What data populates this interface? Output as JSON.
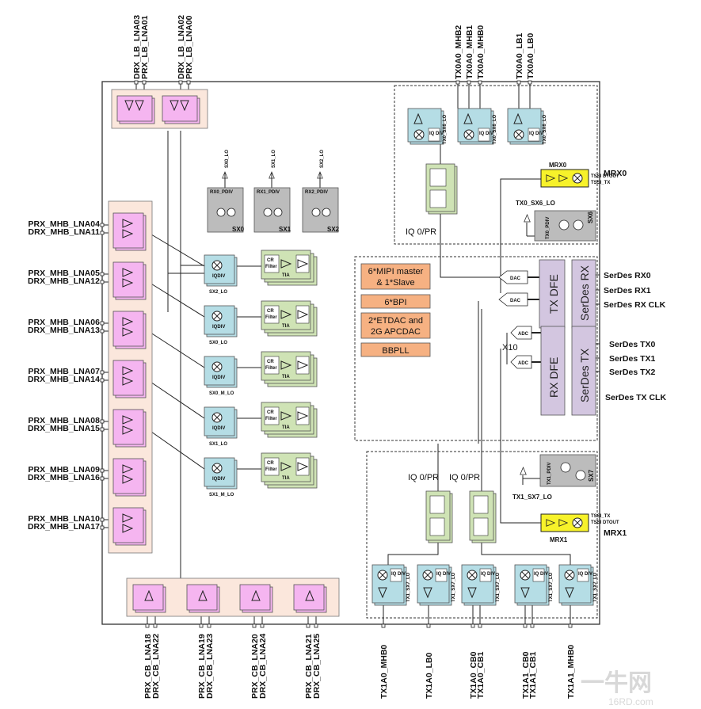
{
  "top_pins": {
    "left_group1": [
      "DRX_LB_LNA03",
      "PRX_LB_LNA01"
    ],
    "left_group2": [
      "DRX_LB_LNA02",
      "PRX_LB_LNA00"
    ],
    "tx_mhb": [
      "TX0A0_MHB2",
      "TX0A0_MHB1",
      "TX0A0_MHB0"
    ],
    "tx_lb": [
      "TX0A0_LB1",
      "TX0A0_LB0"
    ]
  },
  "left_pins": [
    [
      "PRX_MHB_LNA04",
      "DRX_MHB_LNA11"
    ],
    [
      "PRX_MHB_LNA05",
      "DRX_MHB_LNA12"
    ],
    [
      "PRX_MHB_LNA06",
      "DRX_MHB_LNA13"
    ],
    [
      "PRX_MHB_LNA07",
      "DRX_MHB_LNA14"
    ],
    [
      "PRX_MHB_LNA08",
      "DRX_MHB_LNA15"
    ],
    [
      "PRX_MHB_LNA09",
      "DRX_MHB_LNA16"
    ],
    [
      "PRX_MHB_LNA10",
      "DRX_MHB_LNA17"
    ]
  ],
  "bottom_pins_left": [
    [
      "PRX_CB_LNA18",
      "DRX_CB_LNA22"
    ],
    [
      "PRX_CB_LNA19",
      "DRX_CB_LNA23"
    ],
    [
      "PRX_CB_LNA20",
      "DRX_CB_LNA24"
    ],
    [
      "PRX_CB_LNA21",
      "DRX_CB_LNA25"
    ]
  ],
  "bottom_pins_right": [
    "TX1A0_MHB0",
    "TX1A0_LB0",
    "TX1A0_CB0",
    "TX1A0_CB1",
    "TX1A1_CB0",
    "TX1A1_CB1",
    "TX1A1_MHB0"
  ],
  "right_pins": {
    "mrx0": "MRX0",
    "mrx1": "MRX1",
    "serdes_rx": [
      "SerDes RX0",
      "SerDes RX1",
      "SerDes RX CLK"
    ],
    "serdes_tx": [
      "SerDes TX0",
      "SerDes TX1",
      "SerDes TX2"
    ],
    "serdes_tx_clk": "SerDes TX CLK"
  },
  "lo_inputs": [
    "SX0_LO",
    "SX1_LO",
    "SX2_LO"
  ],
  "pdiv": [
    {
      "name": "RX0_PDIV",
      "sx": "SX0"
    },
    {
      "name": "RX1_PDIV",
      "sx": "SX1"
    },
    {
      "name": "RX2_PDIV",
      "sx": "SX2"
    }
  ],
  "mixer_lo_labels": [
    "SX2_LO",
    "SX0_LO",
    "SX0_M_LO",
    "SX1_LO",
    "SX1_M_LO"
  ],
  "mixer_div": "IQDIV",
  "filter": {
    "cr": "CR",
    "filter": "Filter",
    "tia": "TIA"
  },
  "digital": {
    "mipi_line1": "6*MIPI master",
    "mipi_line2": "& 1*Slave",
    "bpi": "6*BPI",
    "etdac_line1": "2*ETDAC and",
    "etdac_line2": "2G APCDAC",
    "bbpll": "BBPLL"
  },
  "dsp": {
    "tx_dfe": "TX DFE",
    "serdes_rx": "SerDes RX",
    "rx_dfe": "RX DFE",
    "serdes_tx": "SerDes TX",
    "dac": "DAC",
    "adc": "ADC",
    "x10": "X10"
  },
  "tx0": {
    "iq_label": "IQ 0/PR",
    "lo_label": "TX0_SX6_LO",
    "pdiv_label": "TX0_PDIV",
    "sx_label": "SX6",
    "iq_div": "IQ DIV",
    "mod_lo": "TX0_SX6_LO"
  },
  "tx1": {
    "iq_labels": [
      "IQ 0/PR",
      "IQ 0/PR"
    ],
    "lo_label": "TX1_SX7_LO",
    "pdiv_label": "TX1_PDIV",
    "sx_label": "SX7",
    "iq_div": "IQ DIV",
    "mod_lo": "TX1_SX7_LO"
  },
  "mrx": {
    "label0": "MRX0",
    "label1": "MRX1",
    "tx_in": "TSSI_TX",
    "tx_out": "TSSI DTOUT",
    "tx_x": "TSSI_TX"
  },
  "watermark": {
    "main": "一牛网",
    "sub": "16RD.com"
  },
  "colors": {
    "lna_pink": "#f5b5f0",
    "bank_peach": "#fbe7dc",
    "mixer_blue": "#b5dde5",
    "filter_green": "#cfe3b5",
    "pdiv_gray": "#bcbcbc",
    "digital_orange": "#f6b182",
    "dfe_lavender": "#d3c6e0",
    "mrx_yellow": "#f7f22a"
  }
}
